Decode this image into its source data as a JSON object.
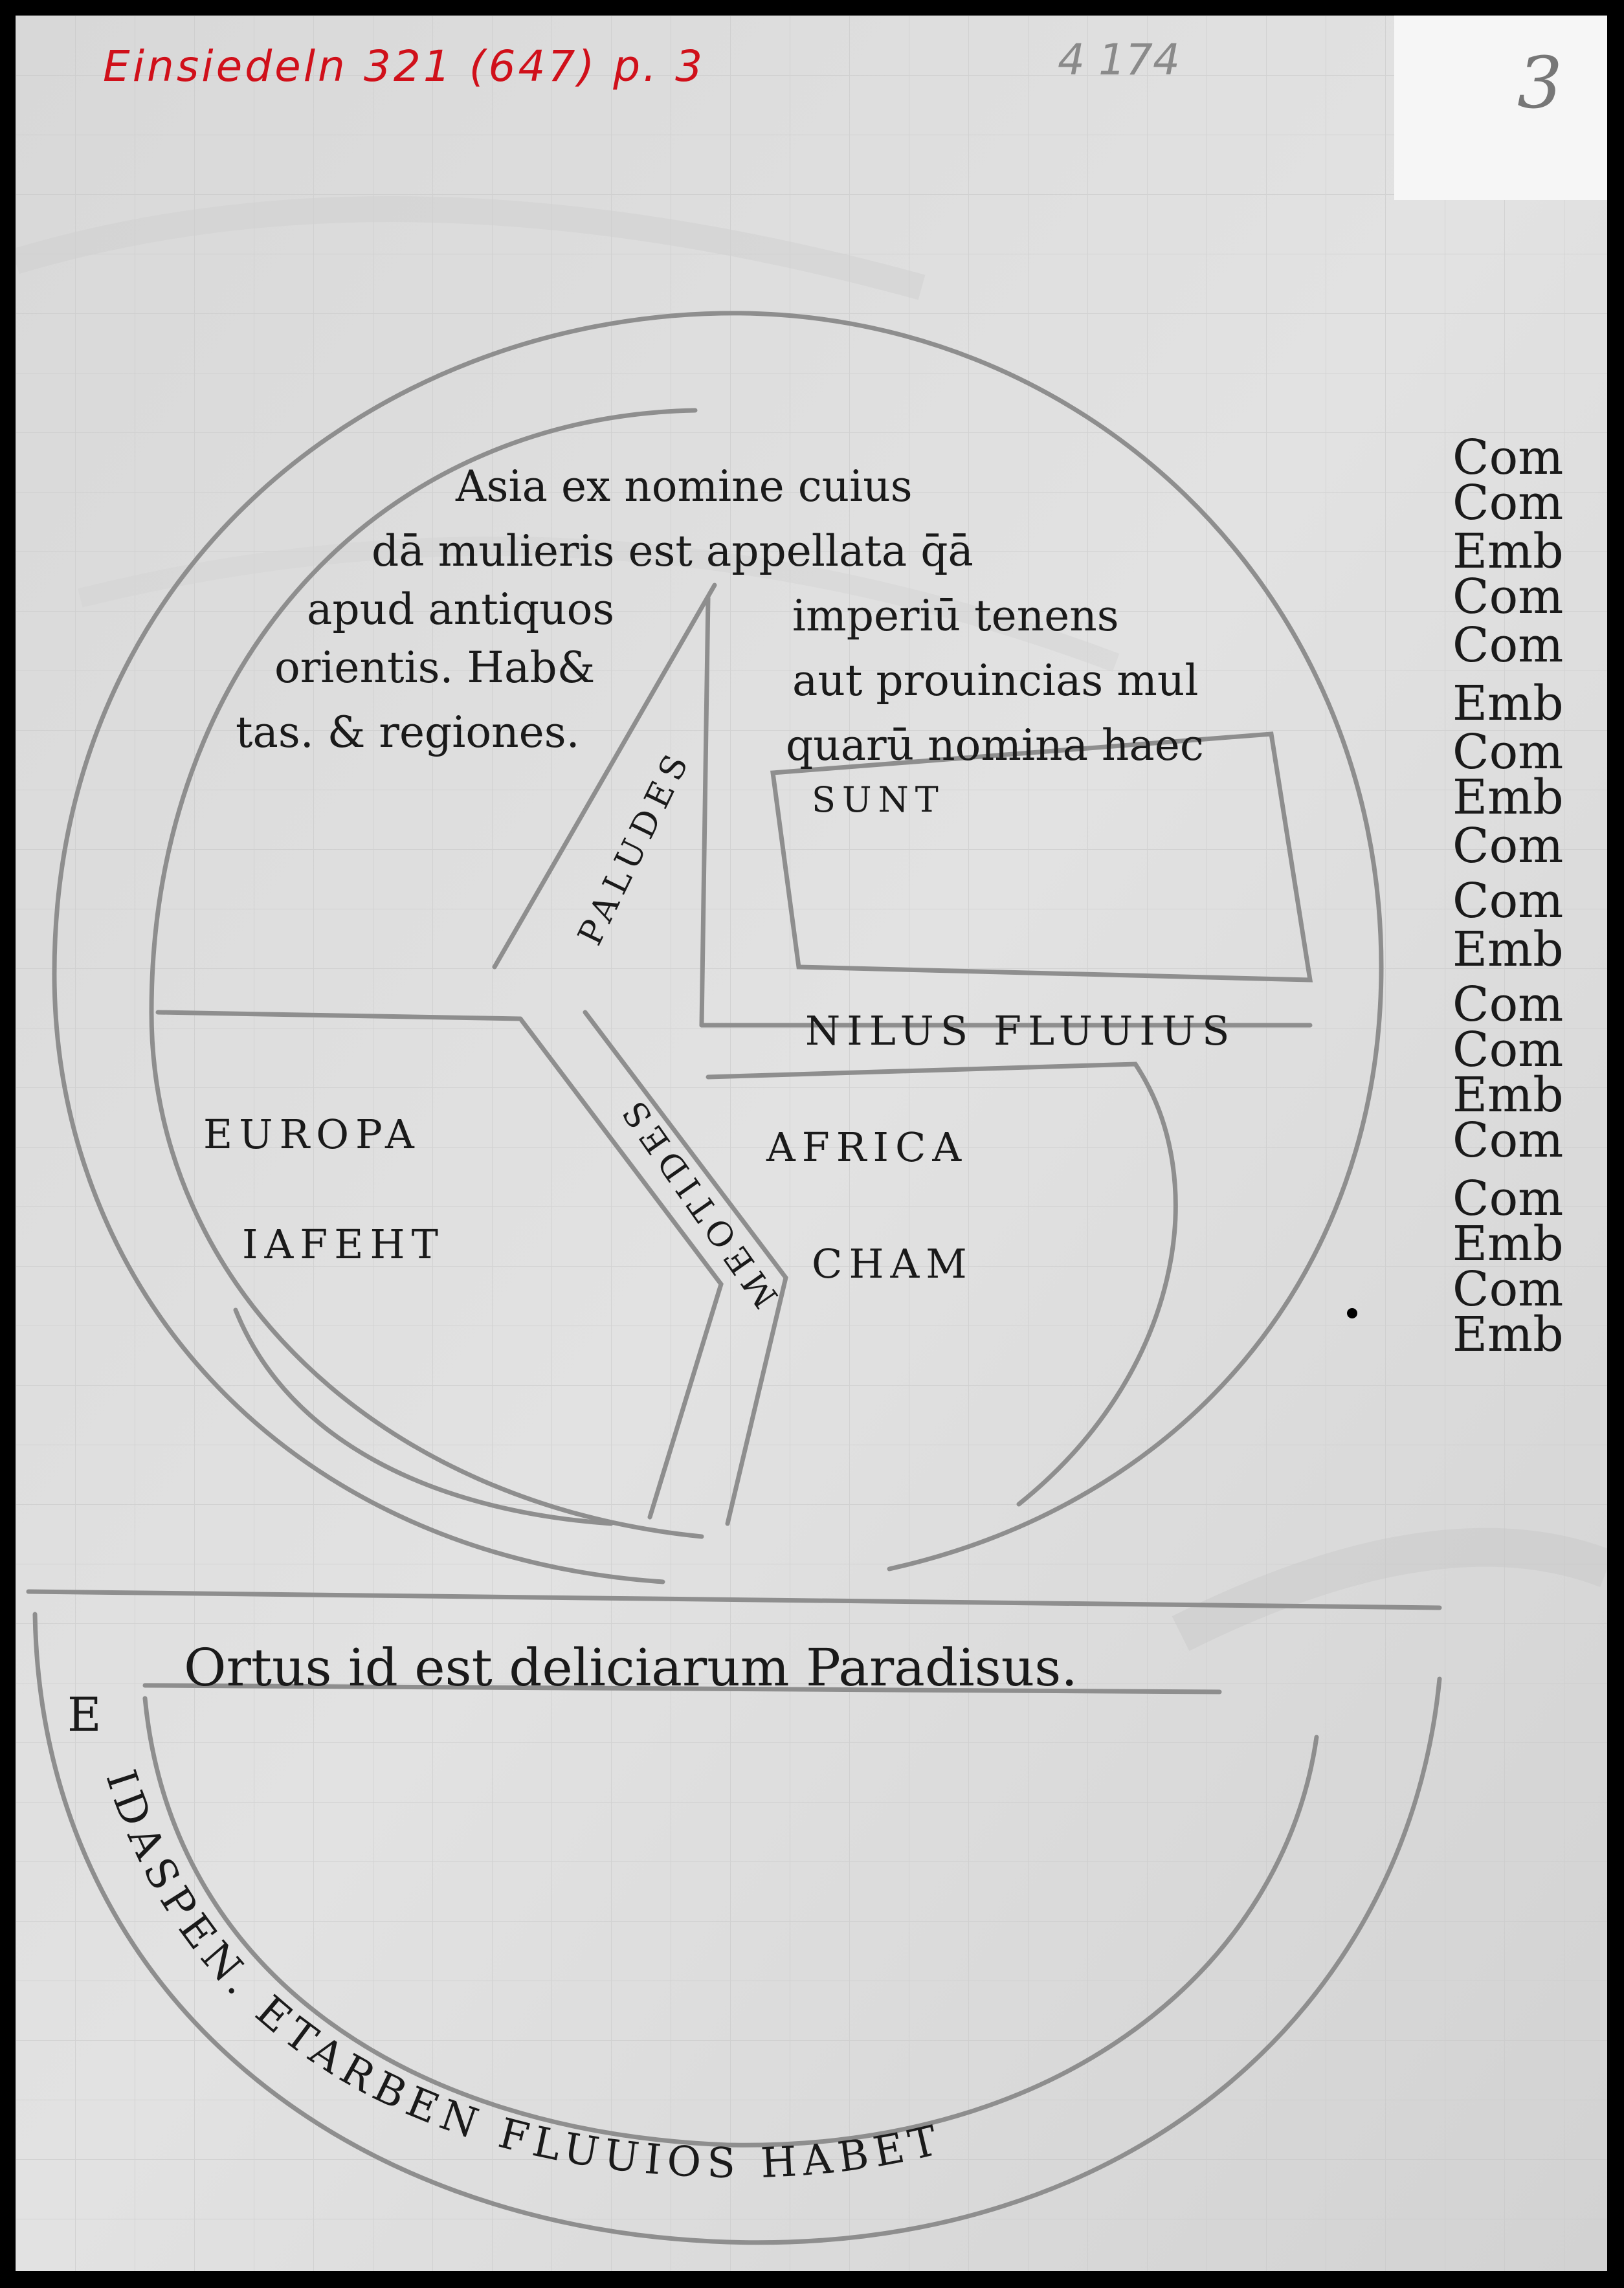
{
  "annotations": {
    "shelfmark": "Einsiedeln 321 (647) p. 3",
    "folio_pencil": "4 174",
    "page_number": "3"
  },
  "map": {
    "asia_text": [
      "Asia ex nomine cuius",
      "dā mulieris est appellata q̄ā",
      "apud antiquos",
      "imperiū tenens",
      "orientis. Hab&",
      "aut prouincias mul",
      "tas. & regiones.",
      "quarū nomina haec",
      "SUNT"
    ],
    "paludes": "PALUDES",
    "nilus": "NILUS FLUUIUS",
    "europa": "EUROPA",
    "iafeht": "IAFEHT",
    "meotides": "MEOTIDES",
    "africa": "AFRICA",
    "cham": "CHAM",
    "ortus": "Ortus id est deliciarum Paradisus.",
    "letter_e": "E",
    "rivers": "IDASPEN. ETARBEN FLUUIOS HABET"
  },
  "margin_column": [
    "Com",
    "Com",
    "Emb",
    "Com",
    "Com",
    "Emb",
    "Com",
    "Emb",
    "Com",
    "Com",
    "Emb",
    "Com",
    "Com",
    "Emb",
    "Com",
    "Com",
    "Emb",
    "Com",
    "Emb"
  ]
}
